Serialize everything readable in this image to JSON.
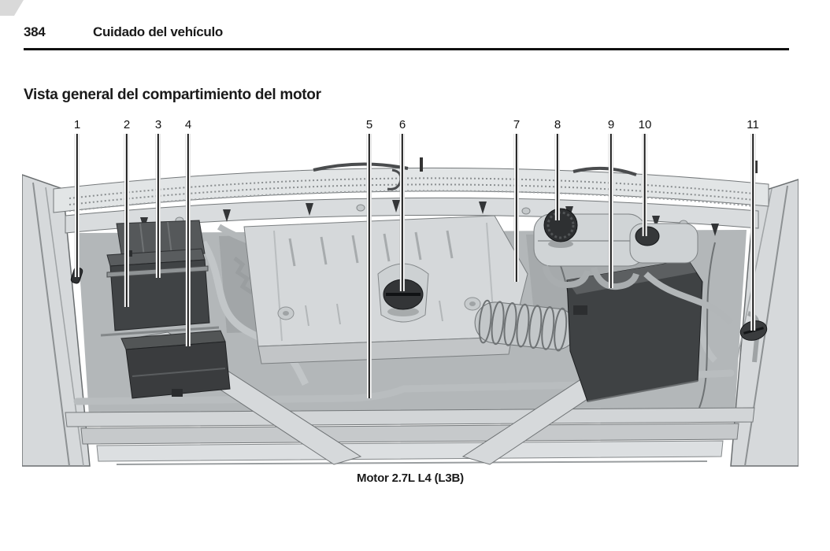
{
  "page": {
    "number": "384",
    "section": "Cuidado del vehículo",
    "heading": "Vista general del compartimiento del motor",
    "caption": "Motor 2.7L L4 (L3B)"
  },
  "diagram": {
    "description": "Vista superior del compartimiento del motor con 11 componentes numerados",
    "callouts": [
      {
        "label": "1"
      },
      {
        "label": "2"
      },
      {
        "label": "3"
      },
      {
        "label": "4"
      },
      {
        "label": "5"
      },
      {
        "label": "6"
      },
      {
        "label": "7"
      },
      {
        "label": "8"
      },
      {
        "label": "9"
      },
      {
        "label": "10"
      },
      {
        "label": "11"
      }
    ]
  },
  "colors": {
    "text": "#1a1a1a",
    "rule": "#111111",
    "dark_component": "#3f4244",
    "light_component": "#d5d8da",
    "bay_shadow": "#b3b7b9"
  }
}
